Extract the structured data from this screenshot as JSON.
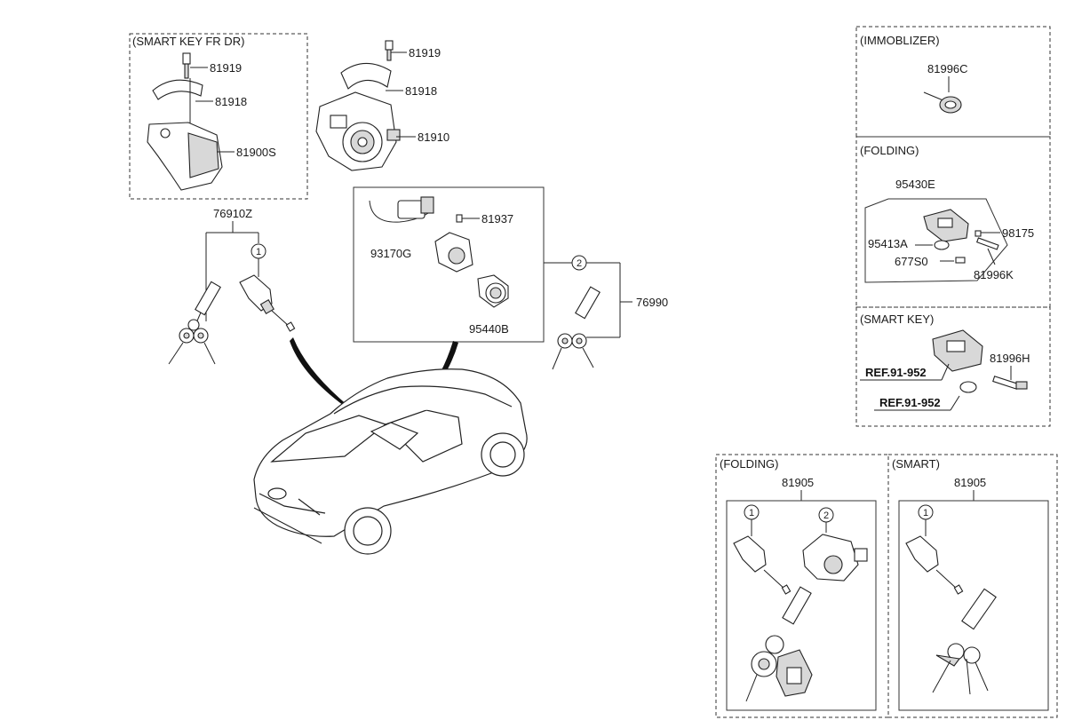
{
  "groups": {
    "smart_key_fr_dr": "(SMART KEY FR DR)",
    "immobilizer": "(IMMOBLIZER)",
    "folding_top": "(FOLDING)",
    "smart_key": "(SMART KEY)",
    "folding_bottom": "(FOLDING)",
    "smart_bottom": "(SMART)"
  },
  "parts": {
    "p81919_a": "81919",
    "p81918_a": "81918",
    "p81900s": "81900S",
    "p81919_b": "81919",
    "p81918_b": "81918",
    "p81910": "81910",
    "p76910z": "76910Z",
    "p93170g": "93170G",
    "p81937": "81937",
    "p95440b": "95440B",
    "p76990": "76990",
    "p81996c": "81996C",
    "p95430e": "95430E",
    "p95413a": "95413A",
    "p98175": "98175",
    "p677s0": "677S0",
    "p81996k": "81996K",
    "p81996h": "81996H",
    "ref1": "REF.91-952",
    "ref2": "REF.91-952",
    "p81905_a": "81905",
    "p81905_b": "81905"
  },
  "callouts": {
    "c1": "1",
    "c2": "2"
  }
}
